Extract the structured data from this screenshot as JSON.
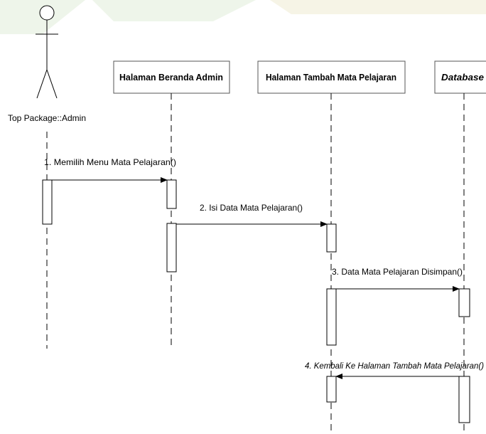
{
  "actor": {
    "name": "Top Package::Admin"
  },
  "lifelines": [
    {
      "id": "beranda",
      "title": "Halaman Beranda Admin"
    },
    {
      "id": "tambah",
      "title": "Halaman Tambah Mata Pelajaran"
    },
    {
      "id": "database",
      "title": "Database"
    }
  ],
  "messages": [
    {
      "label": "1. Memilih Menu Mata Pelajaran()"
    },
    {
      "label": "2. Isi Data Mata Pelajaran()"
    },
    {
      "label": "3. Data Mata Pelajaran Disimpan()"
    },
    {
      "label": "4. Kembali Ke Halaman Tambah Mata Pelajaran()",
      "italic": true
    }
  ],
  "colors": {
    "line": "#000000",
    "box_border": "#555555",
    "box_fill": "#ffffff",
    "watermark": "#eef5ea"
  }
}
